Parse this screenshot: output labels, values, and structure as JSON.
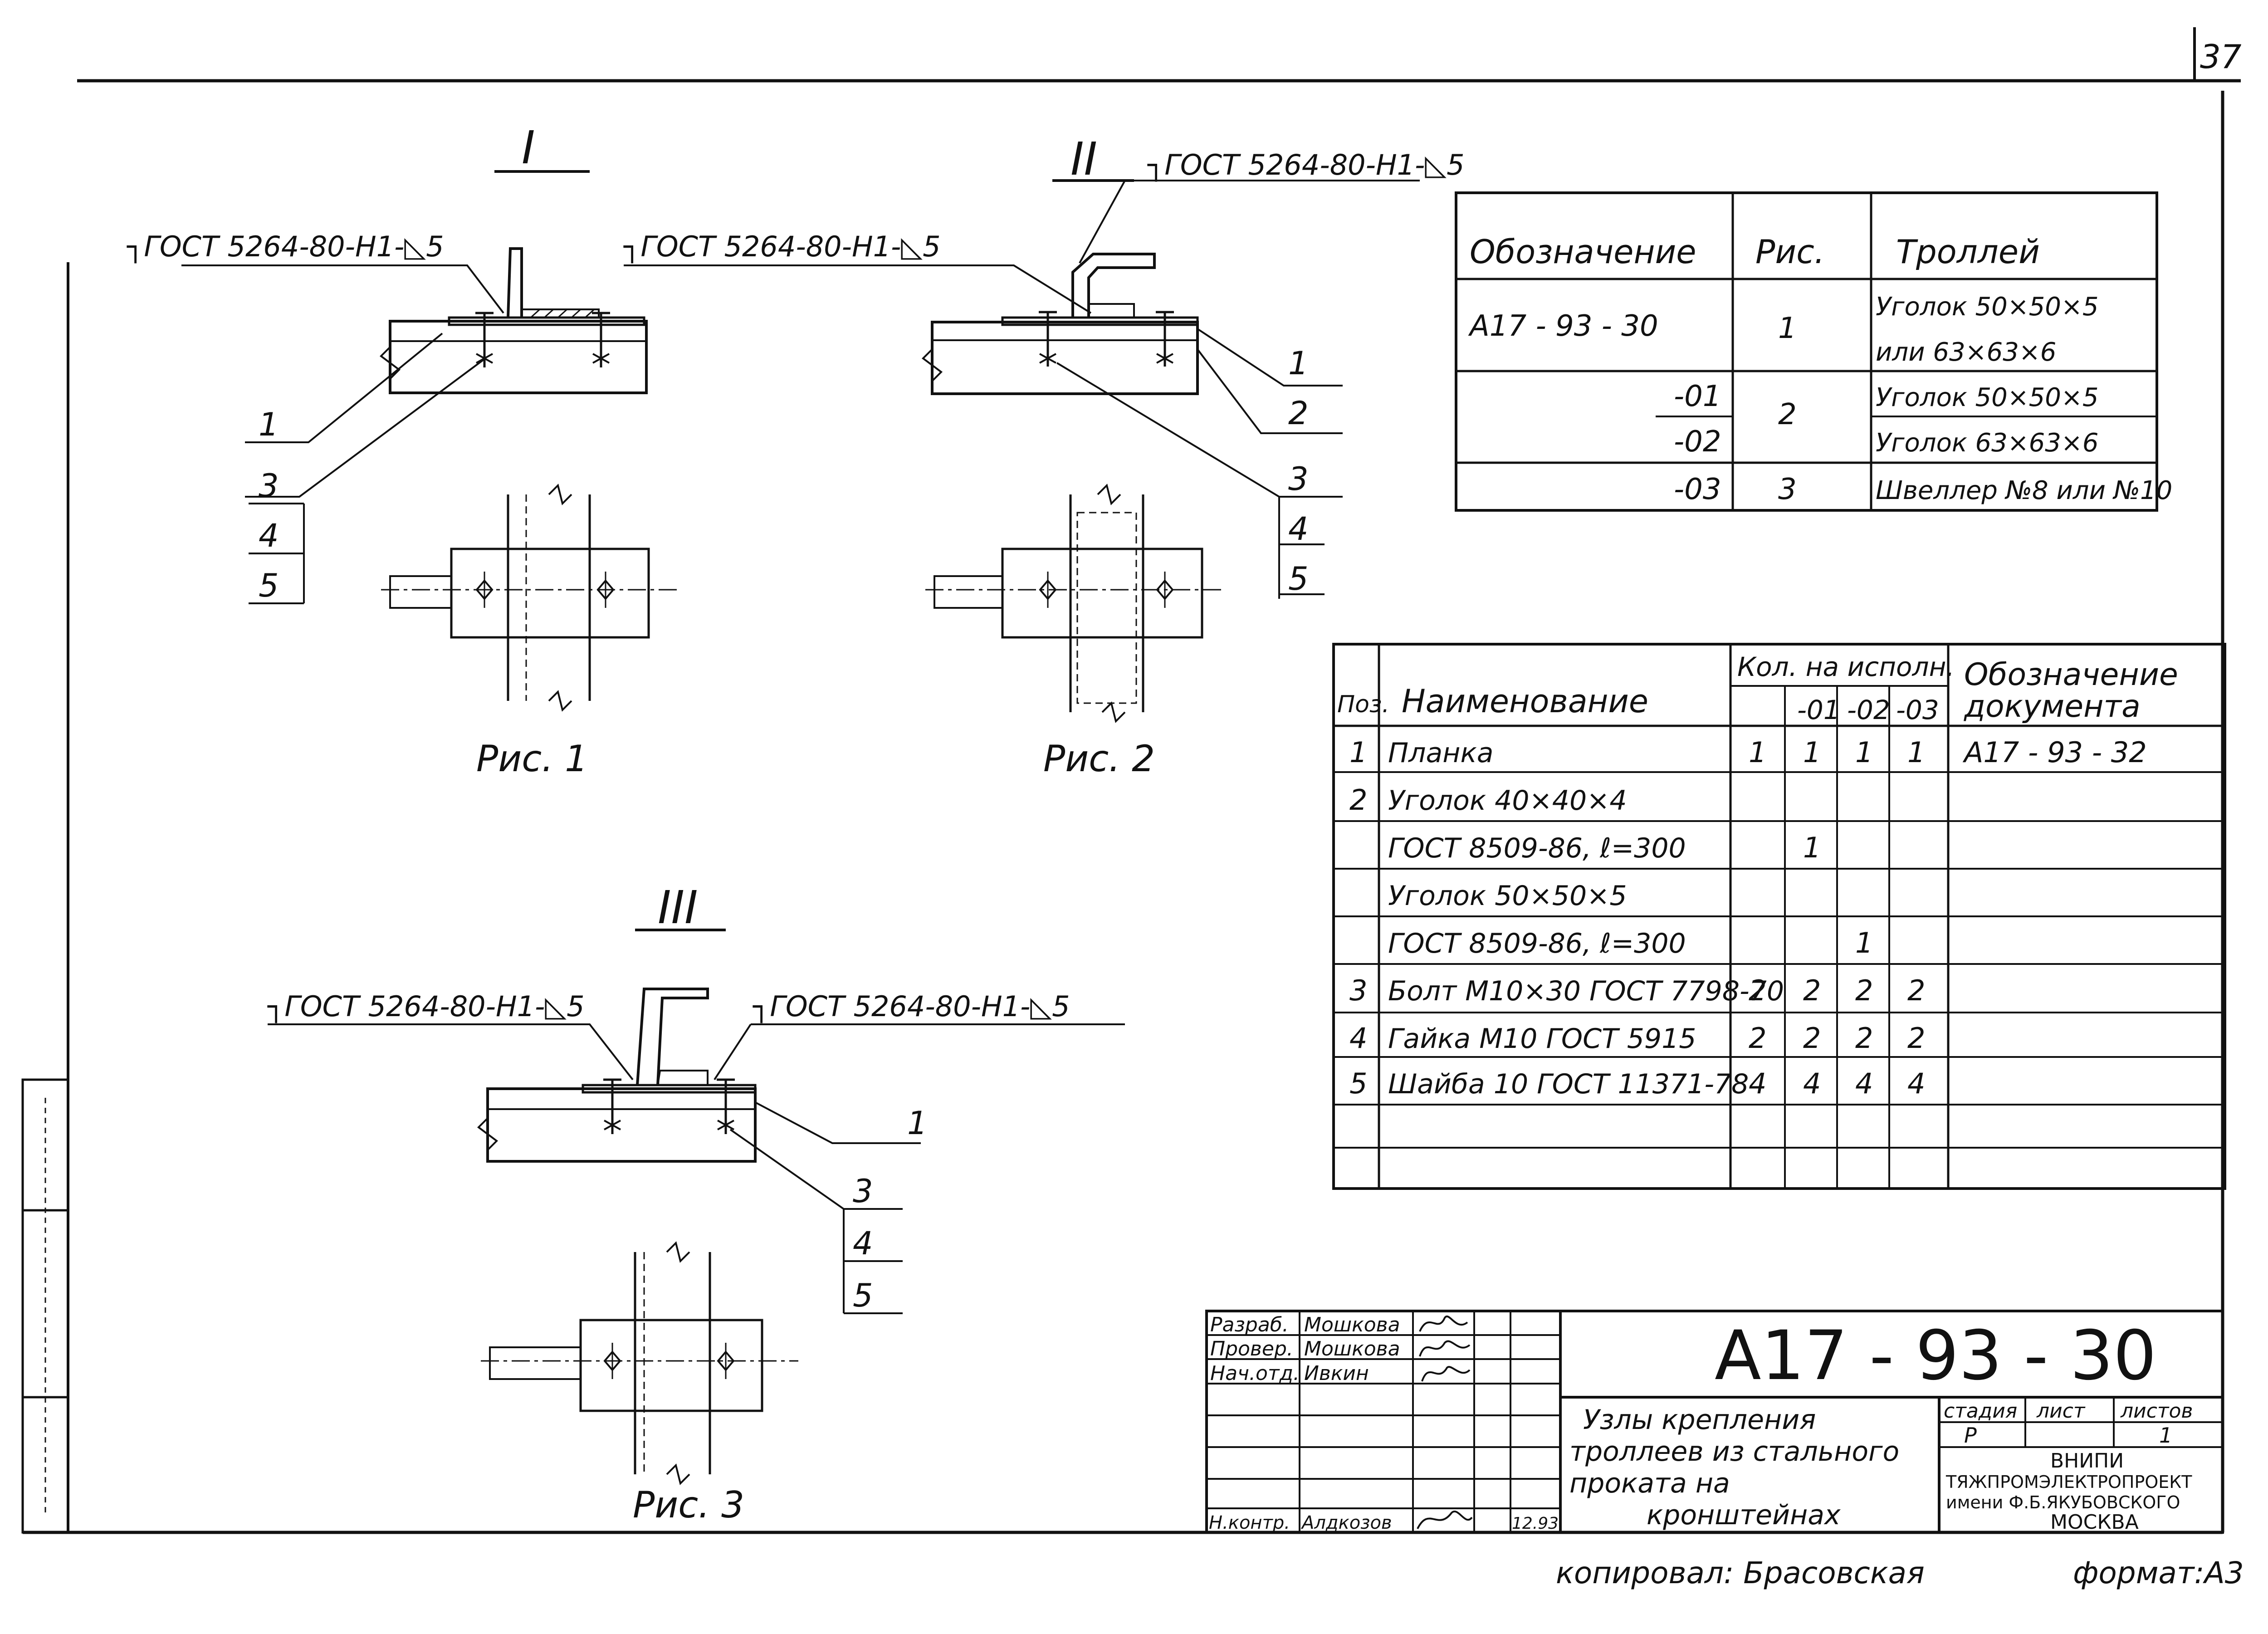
{
  "sheet": {
    "page_number": "37",
    "format_label": "формат:А3",
    "copied_by": "копировал: Брасовская"
  },
  "views": {
    "v1": {
      "roman": "I",
      "weld_left": "┐ГОСТ 5264-80-Н1-◺5",
      "weld_right": "┐ГОСТ 5264-80-Н1-◺5",
      "callouts": [
        "1",
        "3",
        "4",
        "5"
      ],
      "caption": "Рис. 1"
    },
    "v2": {
      "roman": "II",
      "weld": "┐ГОСТ 5264-80-Н1-◺5",
      "callouts": [
        "1",
        "2",
        "3",
        "4",
        "5"
      ],
      "caption": "Рис. 2"
    },
    "v3": {
      "roman": "III",
      "weld_left": "┐ГОСТ 5264-80-Н1-◺5",
      "weld_right": "┐ГОСТ 5264-80-Н1-◺5",
      "callouts": [
        "1",
        "3",
        "4",
        "5"
      ],
      "caption": "Рис. 3"
    }
  },
  "variant_table": {
    "headers": [
      "Обозначение",
      "Рис.",
      "Троллей"
    ],
    "rows": [
      {
        "designation": "А17 - 93 - 30",
        "fig": "1",
        "trolley": [
          "Уголок 50×50×5",
          "или 63×63×6"
        ]
      },
      {
        "designation": "-01",
        "fig": "2",
        "trolley": [
          "Уголок 50×50×5"
        ]
      },
      {
        "designation": "-02",
        "fig": "",
        "trolley": [
          "Уголок 63×63×6"
        ]
      },
      {
        "designation": "-03",
        "fig": "3",
        "trolley": [
          "Швеллер №8 или №10"
        ]
      }
    ]
  },
  "spec_table": {
    "headers": {
      "pos": "Поз.",
      "name": "Наименование",
      "qty": "Кол. на исполн.",
      "qty_cols": [
        "",
        "-01",
        "-02",
        "-03"
      ],
      "doc": [
        "Обозначение",
        "документа"
      ]
    },
    "rows": [
      {
        "pos": "1",
        "name": "Планка",
        "q": [
          "1",
          "1",
          "1",
          "1"
        ],
        "doc": "А17 - 93 - 32"
      },
      {
        "pos": "2",
        "name": "Уголок 40×40×4",
        "q": [
          "",
          "",
          "",
          ""
        ],
        "doc": ""
      },
      {
        "pos": "",
        "name": "ГОСТ 8509-86, ℓ=300",
        "q": [
          "",
          "1",
          "",
          ""
        ],
        "doc": ""
      },
      {
        "pos": "",
        "name": "Уголок 50×50×5",
        "q": [
          "",
          "",
          "",
          ""
        ],
        "doc": ""
      },
      {
        "pos": "",
        "name": "ГОСТ 8509-86, ℓ=300",
        "q": [
          "",
          "",
          "1",
          ""
        ],
        "doc": ""
      },
      {
        "pos": "3",
        "name": "Болт М10×30 ГОСТ 7798-70",
        "q": [
          "2",
          "2",
          "2",
          "2"
        ],
        "doc": ""
      },
      {
        "pos": "4",
        "name": "Гайка М10 ГОСТ 5915",
        "q": [
          "2",
          "2",
          "2",
          "2"
        ],
        "doc": ""
      },
      {
        "pos": "5",
        "name": "Шайба 10 ГОСТ 11371-78",
        "q": [
          "4",
          "4",
          "4",
          "4"
        ],
        "doc": ""
      },
      {
        "pos": "",
        "name": "",
        "q": [
          "",
          "",
          "",
          ""
        ],
        "doc": ""
      },
      {
        "pos": "",
        "name": "",
        "q": [
          "",
          "",
          "",
          ""
        ],
        "doc": ""
      }
    ]
  },
  "title_block": {
    "code": "А17 - 93 - 30",
    "title_lines": [
      "Узлы крепления",
      "троллеев из стального",
      "проката  на",
      "кронштейнах"
    ],
    "people": [
      {
        "role": "Разраб.",
        "name": "Мошкова"
      },
      {
        "role": "Провер.",
        "name": "Мошкова"
      },
      {
        "role": "Нач.отд.",
        "name": "Ивкин"
      },
      {
        "role": "Н.контр.",
        "name": "Алдкозов",
        "date": "12.93"
      }
    ],
    "stage_label": "стадия",
    "sheet_label": "лист",
    "sheets_label": "листов",
    "stage": "Р",
    "sheets": "1",
    "org": [
      "ВНИПИ",
      "ТЯЖПРОМЭЛЕКТРОПРОЕКТ",
      "имени Ф.Б.ЯКУБОВСКОГО",
      "МОСКВА"
    ]
  }
}
